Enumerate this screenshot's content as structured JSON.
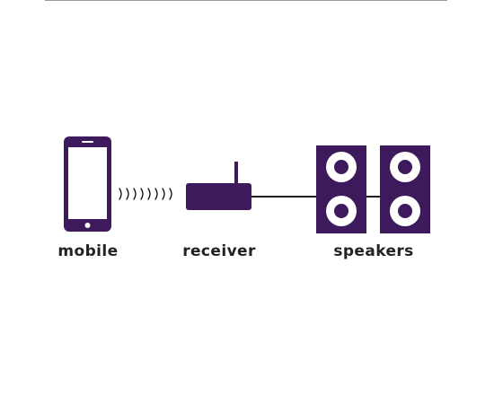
{
  "colors": {
    "accent": "#3d1a5b",
    "line": "#1e1e1e",
    "label": "#222222"
  },
  "labels": {
    "mobile": "mobile",
    "receiver": "receiver",
    "speakers": "speakers"
  },
  "icons": {
    "mobile": "smartphone-icon",
    "signal": "wireless-signal-icon",
    "receiver": "receiver-box-icon",
    "speakers": "speaker-pair-icon"
  }
}
